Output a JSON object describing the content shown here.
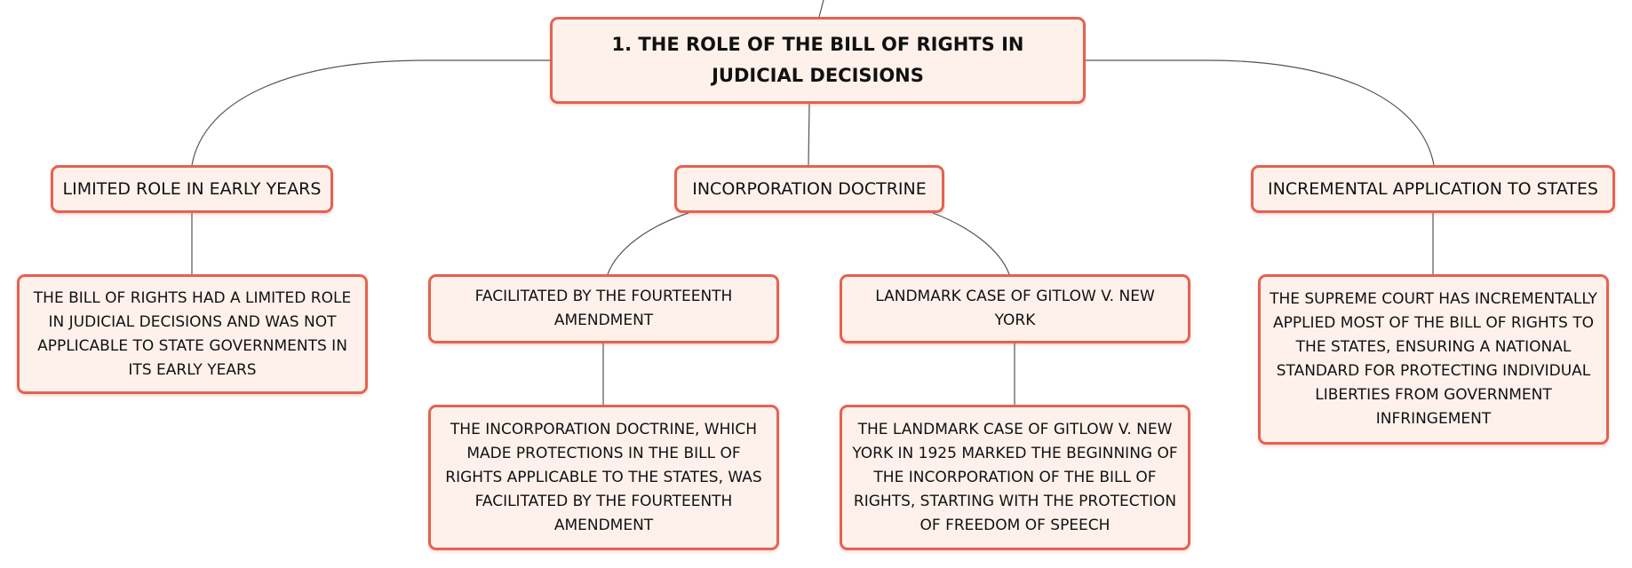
{
  "diagram": {
    "root": {
      "label": "1. THE ROLE OF THE BILL OF RIGHTS IN JUDICIAL DECISIONS"
    },
    "topics": [
      {
        "label": "LIMITED ROLE IN EARLY YEARS",
        "children": [
          {
            "label": "THE BILL OF RIGHTS HAD A LIMITED ROLE IN JUDICIAL DECISIONS AND WAS NOT APPLICABLE TO STATE GOVERNMENTS IN ITS EARLY YEARS"
          }
        ]
      },
      {
        "label": "INCORPORATION DOCTRINE",
        "children": [
          {
            "label": "FACILITATED BY THE FOURTEENTH AMENDMENT",
            "children": [
              {
                "label": "THE INCORPORATION DOCTRINE, WHICH MADE PROTECTIONS IN THE BILL OF RIGHTS APPLICABLE TO THE STATES, WAS FACILITATED BY THE FOURTEENTH AMENDMENT"
              }
            ]
          },
          {
            "label": "LANDMARK CASE OF GITLOW V. NEW YORK",
            "children": [
              {
                "label": "THE LANDMARK CASE OF GITLOW V. NEW YORK IN 1925 MARKED THE BEGINNING OF THE INCORPORATION OF THE BILL OF RIGHTS, STARTING WITH THE PROTECTION OF FREEDOM OF SPEECH"
              }
            ]
          }
        ]
      },
      {
        "label": "INCREMENTAL APPLICATION TO STATES",
        "children": [
          {
            "label": "THE SUPREME COURT HAS INCREMENTALLY APPLIED MOST OF THE BILL OF RIGHTS TO THE STATES, ENSURING A NATIONAL STANDARD FOR PROTECTING INDIVIDUAL LIBERTIES FROM GOVERNMENT INFRINGEMENT"
          }
        ]
      }
    ]
  },
  "colors": {
    "node_border": "#e5624f",
    "node_fill": "#fef1ec",
    "connector": "#555555",
    "text": "#111111"
  }
}
